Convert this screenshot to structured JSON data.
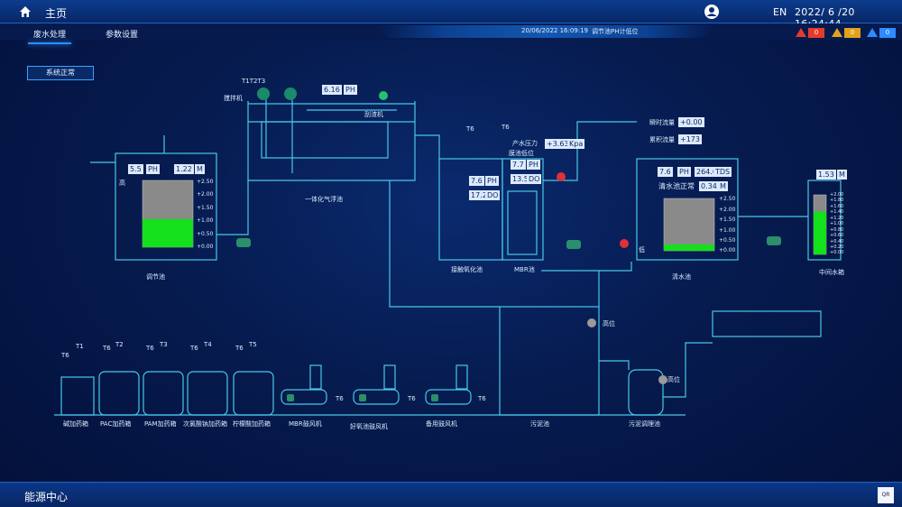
{
  "header": {
    "home_label": "主页",
    "lang": "EN",
    "datetime": "2022/ 6 /20 16:24:44"
  },
  "tabs": [
    {
      "label": "废水处理",
      "active": true
    },
    {
      "label": "参数设置",
      "active": false
    }
  ],
  "alarm": {
    "time": "20/06/2022 16:09:19",
    "message": "调节池PH计低位"
  },
  "alarm_counts": [
    {
      "color": "#e53b2b",
      "count": "0"
    },
    {
      "color": "#e3a21b",
      "count": "0"
    },
    {
      "color": "#2f8bff",
      "count": "0"
    }
  ],
  "status_button": "系统正常",
  "scene": {
    "top_labels": {
      "t1t2t3": "T1T2T3",
      "mixer": "搅拌机",
      "scraper": "刮渣机",
      "t6_a": "T6",
      "t6_b": "T6",
      "product_pressure": "产水压力",
      "membrane_low": "膜池低位",
      "instant_flow": "瞬时流量",
      "total_flow": "累积流量"
    },
    "values": {
      "ph_float": "6.16",
      "ph_unit": "PH",
      "tank1_ph": "5.5",
      "tank1_ph_unit": "PH",
      "tank1_level": "1.22",
      "tank1_level_unit": "M",
      "contact_ph": "7.6",
      "contact_ph_unit": "PH",
      "contact_do": "17.2",
      "contact_do_unit": "DO",
      "mbr_ph": "7.7",
      "mbr_ph_unit": "PH",
      "mbr_do": "13.5",
      "mbr_do_unit": "DO",
      "pressure": "+3.63",
      "pressure_unit": "Kpa",
      "instant": "+0.00",
      "total": "+173",
      "clean_ph": "7.6",
      "clean_ph_unit": "PH",
      "clean_tds": "264.6",
      "clean_tds_unit": "TDS",
      "clean_status": "清水池正常",
      "clean_level": "0.34",
      "clean_level_unit": "M",
      "mid_level": "1.53",
      "mid_level_unit": "M"
    },
    "gauge_ticks": [
      "+2.50",
      "+2.00",
      "+1.50",
      "+1.00",
      "+0.50",
      "+0.00"
    ],
    "gauge_ticks_mid": [
      "+2.00",
      "+1.80",
      "+1.60",
      "+1.40",
      "+1.20",
      "+1.00",
      "+0.80",
      "+0.60",
      "+0.40",
      "+0.20",
      "+0.00"
    ],
    "gauge_ticks_clean": [
      "+2.50",
      "+2.00",
      "+1.50",
      "+1.00",
      "+0.50",
      "+0.00"
    ],
    "levels": {
      "tank1": 0.42,
      "clean": 0.12,
      "mid": 0.72
    },
    "tank_labels": {
      "regulating": "调节池",
      "flotation": "一体化气浮池",
      "contact": "接触氧化池",
      "mbr": "MBR池",
      "clean": "清水池",
      "middle": "中间水箱",
      "sludge": "污泥池",
      "sludge_cond": "污泥调理池",
      "high1": "高位",
      "high2": "高位",
      "gao": "高",
      "di": "低"
    },
    "dosing": {
      "labels": [
        "碱加药箱",
        "PAC加药箱",
        "PAM加药箱",
        "次氯酸钠加药箱",
        "柠檬酸加药箱"
      ],
      "t_labels": [
        "T6",
        "T1",
        "T6",
        "T2",
        "T6",
        "T3",
        "T6",
        "T4",
        "T6",
        "T5"
      ]
    },
    "blowers": {
      "labels": [
        "MBR鼓风机",
        "好氧池鼓风机",
        "备用鼓风机"
      ],
      "t6": [
        "T6",
        "T6",
        "T6"
      ]
    }
  },
  "footer": {
    "label": "能源中心",
    "qr": "QR"
  },
  "colors": {
    "pipe": "#48c8e8",
    "accent": "#2f8dff",
    "level": "#14e01b",
    "alarm_red": "#e53b2b"
  }
}
